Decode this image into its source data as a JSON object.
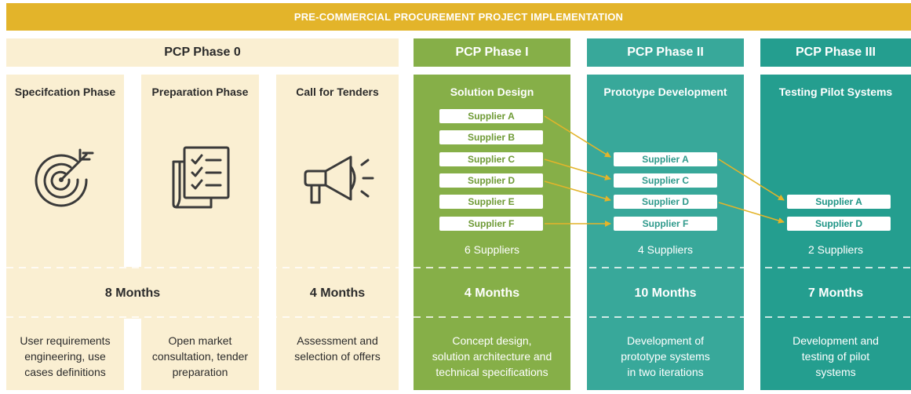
{
  "banner": "PRE-COMMERCIAL PROCUREMENT PROJECT IMPLEMENTATION",
  "phases": [
    {
      "label": "PCP Phase 0"
    },
    {
      "label": "PCP Phase I"
    },
    {
      "label": "PCP Phase II"
    },
    {
      "label": "PCP Phase III"
    }
  ],
  "stages": {
    "specification": {
      "title": "Specifcation Phase",
      "icon": "target-icon",
      "description": [
        "User requirements",
        "engineering, use",
        "cases definitions"
      ]
    },
    "preparation": {
      "title": "Preparation Phase",
      "icon": "checklist-icon",
      "description": [
        "Open market",
        "consultation, tender",
        "preparation"
      ]
    },
    "call": {
      "title": "Call for Tenders",
      "icon": "megaphone-icon",
      "description": [
        "Assessment and",
        "selection of offers"
      ]
    },
    "solution": {
      "title": "Solution Design",
      "suppliers": [
        "Supplier A",
        "Supplier B",
        "Supplier C",
        "Supplier D",
        "Supplier E",
        "Supplier F"
      ],
      "count": "6 Suppliers",
      "duration": "4 Months",
      "description": [
        "Concept design,",
        "solution architecture and",
        "technical specifications"
      ]
    },
    "prototype": {
      "title": "Prototype Development",
      "suppliers": [
        "Supplier A",
        "Supplier C",
        "Supplier D",
        "Supplier F"
      ],
      "count": "4 Suppliers",
      "duration": "10 Months",
      "description": [
        "Development of",
        "prototype systems",
        "in two iterations"
      ]
    },
    "testing": {
      "title": "Testing Pilot Systems",
      "suppliers": [
        "Supplier A",
        "Supplier D"
      ],
      "count": "2 Suppliers",
      "duration": "7 Months",
      "description": [
        "Development and",
        "testing of pilot",
        "systems"
      ]
    }
  },
  "phase0_durations": {
    "spec_prep": "8 Months",
    "call": "4 Months"
  },
  "colors": {
    "banner": "#E3B42A",
    "phase0": "#FAEFD2",
    "phase1": "#86AF48",
    "phase2": "#38A89A",
    "phase3": "#249E8F",
    "arrow": "#E3B42A"
  }
}
